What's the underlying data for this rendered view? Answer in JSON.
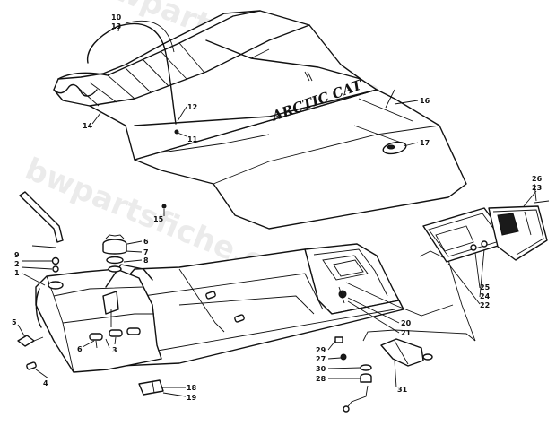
{
  "diagram": {
    "brand_label": "ARCTIC CAT",
    "watermark": "bwpartsfiche.com",
    "callouts": {
      "n10": "10",
      "n13": "13",
      "n14": "14",
      "n12": "12",
      "n11": "11",
      "n16a": "16",
      "n17": "17",
      "n15": "15",
      "n26": "26",
      "n23": "23",
      "n6": "6",
      "n7": "7",
      "n8": "8",
      "n9": "9",
      "n2": "2",
      "n1": "1",
      "n5": "5",
      "n4": "4",
      "n3": "3",
      "n25": "25",
      "n24": "24",
      "n22": "22",
      "n20": "20",
      "n21": "21",
      "n29": "29",
      "n27": "27",
      "n30": "30",
      "n28": "28",
      "n31": "31",
      "n18": "18",
      "n19": "19"
    }
  }
}
